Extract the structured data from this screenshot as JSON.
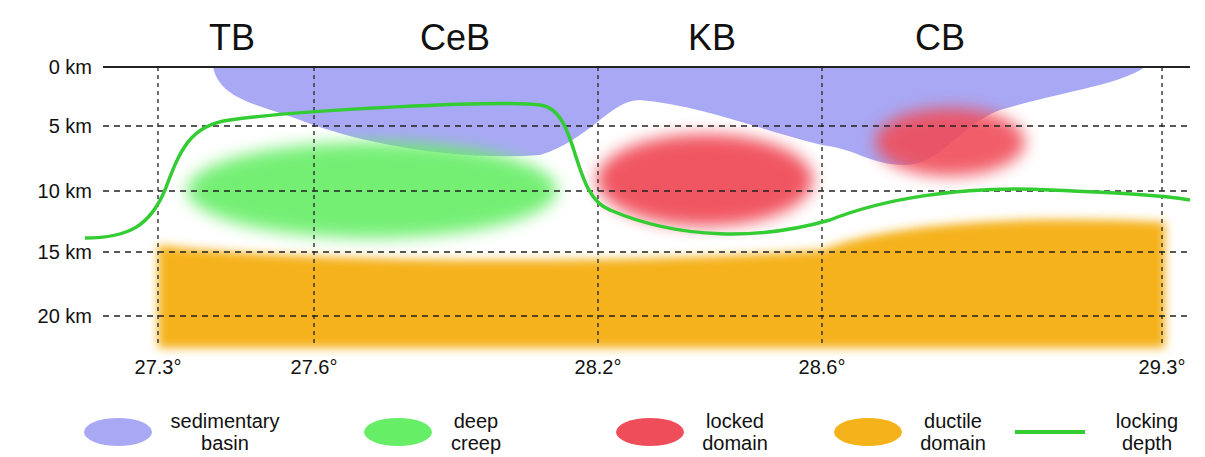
{
  "diagram": {
    "labels": [
      "TB",
      "CeB",
      "KB",
      "CB",
      "0 km",
      "5 km",
      "10 km",
      "15 km",
      "20 km",
      "27.3°",
      "27.6°",
      "28.2°",
      "28.6°",
      "29.3°"
    ],
    "legend": [
      {
        "text": "sedimentary basin",
        "color": "#a8a8f4"
      },
      {
        "text": "deep creep",
        "color": "#66ee66"
      },
      {
        "text": "locked domain",
        "color": "#f04d5a"
      },
      {
        "text": "ductile domain",
        "color": "#f5b21a"
      },
      {
        "text": "locking depth"
      }
    ]
  }
}
